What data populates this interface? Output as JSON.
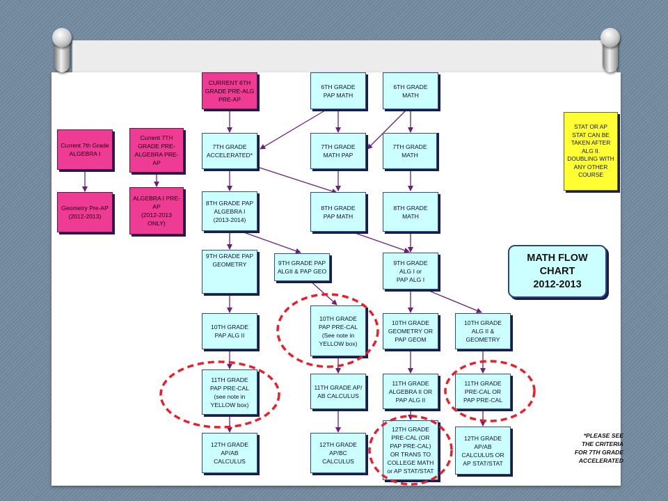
{
  "nodes": {
    "n6pre": "CURRENT 6TH\nGRADE PRE-ALG\nPRE-AP",
    "n6pap": "6TH GRADE\nPAP MATH",
    "n6math": "6TH GRADE\nMATH",
    "n7alg": "Current 7th Grade\nALGEBRA I",
    "n7pre": "Current 7TH\nGRADE PRE-\nALGEBRA PRE-\nAP",
    "n7acc": "7TH GRADE\nACCELERATED*",
    "n7pap": "7TH GRADE\nMATH PAP",
    "n7math": "7TH GRADE\nMATH",
    "geo_pre": "Geometry Pre-AP\n(2012-2013)",
    "alg1pre": "ALGEBRA I PRE-\nAP\n(2012-2013\nONLY)",
    "n8alg": "8TH GRADE PAP\nALGEBRA I\n(2013-2014)",
    "n8pap": "8TH GRADE\nPAP MATH",
    "n8math": "8TH GRADE\nMATH",
    "n9geo": "9TH GRADE PAP\nGEOMETRY",
    "n9alg2": "9TH GRADE PAP\nALGII & PAP GEO",
    "n9alg1": "9TH GRADE\nALG I or\nPAP ALG I",
    "n10alg2": "10TH GRADE\nPAP ALG II",
    "n10precal": "10TH GRADE\nPAP PRE-CAL\n(See note in\nYELLOW box)",
    "n10geo": "10TH GRADE\nGEOMETRY OR\nPAP GEOM",
    "n10alg2geo": "10TH GRADE\nALG II &\nGEOMETRY",
    "n11precal": "11TH GRADE\nPAP PRE-CAL\n(see note in\nYELLOW box)",
    "n11calc": "11TH GRADE AP/\nAB CALCULUS",
    "n11alg2": "11TH GRADE\nALGEBRA II OR\nPAP ALG II",
    "n11precal2": "11TH GRADE\nPRE-CAL OR\nPAP PRE-CAL",
    "n12ab": "12TH GRADE\nAP/AB\nCALCULUS",
    "n12bc": "12TH GRADE\nAP/BC\nCALCULUS",
    "n12precal": "12TH GRADE\nPRE-CAL (OR\nPAP PRE-CAL)\nOR TRANS TO\nCOLLEGE MATH\nor AP STAT/STAT",
    "n12ab2": "12TH GRADE\nAP/AB\nCALCULUS OR\nAP STAT/STAT",
    "stat": "STAT OR AP\nSTAT CAN BE\nTAKEN AFTER\nALG II.\nDOUBLING WITH\nANY OTHER\nCOURSE"
  },
  "title": {
    "line1": "MATH FLOW",
    "line2": "CHART",
    "line3": "2012-2013"
  },
  "note": "*PLEASE SEE\nTHE CRITERIA\nFOR 7TH GRADE\nACCELERATED",
  "colors": {
    "arrow": "#6b1f7a",
    "circle": "#e8202a",
    "cyan_box": "#ccffff",
    "pink_box": "#ee3b93",
    "yellow_box": "#ffff33"
  }
}
